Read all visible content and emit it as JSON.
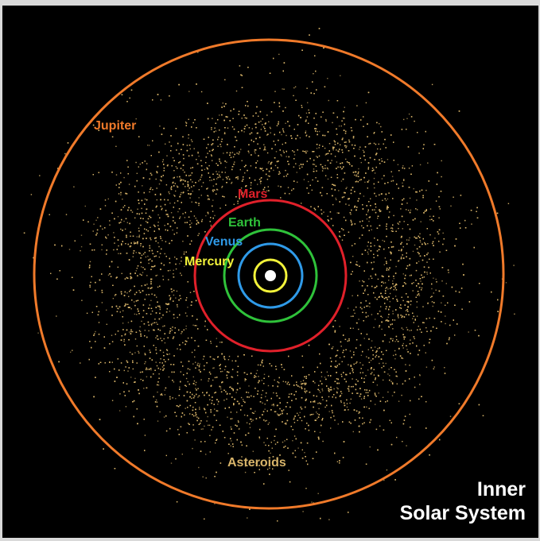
{
  "title": {
    "line1": "Inner",
    "line2": "Solar System"
  },
  "labels": {
    "jupiter": "Jupiter",
    "mars": "Mars",
    "earth": "Earth",
    "venus": "Venus",
    "mercury": "Mercury",
    "asteroids": "Asteroids"
  },
  "colors": {
    "background": "#000000",
    "jupiter": "#f07a2a",
    "mars": "#e0202a",
    "earth": "#2fc23a",
    "venus": "#2f9ae8",
    "mercury": "#f2f23a",
    "asteroids": "#d9b56a",
    "sun": "#ffffff",
    "title": "#ffffff"
  }
}
